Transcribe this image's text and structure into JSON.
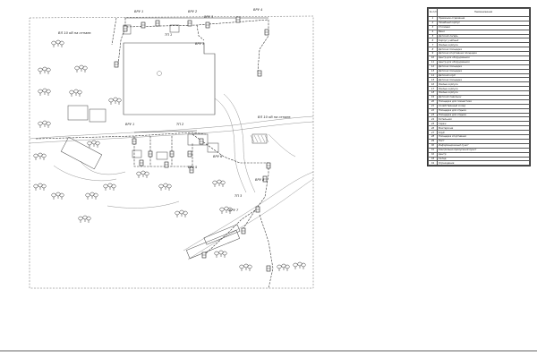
{
  "sheet": {
    "labels": {
      "vru1": "ВРУ 1",
      "vru2": "ВРУ 2",
      "vru3": "ВРУ 3",
      "vru4": "ВРУ 4",
      "vru5": "ВРУ 5",
      "vru6": "ВРУ 6",
      "vru7": "ВРУ 7",
      "vru8": "ВРУ 8",
      "tp1": "ТП 1",
      "tp2": "ТП 2",
      "tp3": "ТП 3",
      "vl1": "ВЛ 10 кВ на отпаек",
      "vl2": "ВЛ 10 кВ на отпаек"
    }
  },
  "legend": {
    "header_num": "№ п/п",
    "header_name": "Наименование",
    "rows": [
      {
        "n": "1",
        "name": "Приемное отделение"
      },
      {
        "n": "2",
        "name": "Лечебный корпус"
      },
      {
        "n": "3",
        "name": "Столовая"
      },
      {
        "n": "4",
        "name": "Баня"
      },
      {
        "n": "5",
        "name": "Детский лагерь"
      },
      {
        "n": "6",
        "name": "Корпус учебный"
      },
      {
        "n": "7",
        "name": "Жилые корпуса"
      },
      {
        "n": "8",
        "name": "Детская площадка"
      },
      {
        "n": "9",
        "name": "Детская спортивная площадка"
      },
      {
        "n": "10",
        "name": "Центр для оборудования"
      },
      {
        "n": "11",
        "name": "Центр для оборудования"
      },
      {
        "n": "12",
        "name": "Детская площадка"
      },
      {
        "n": "13",
        "name": "Детская площадка"
      },
      {
        "n": "14",
        "name": "Детский клуб"
      },
      {
        "n": "15",
        "name": "Детская площадка"
      },
      {
        "n": "16",
        "name": "Жилые корпуса"
      },
      {
        "n": "17",
        "name": "Жилые корпуса"
      },
      {
        "n": "18",
        "name": "Жилые корпуса"
      },
      {
        "n": "19",
        "name": "Детский павильон"
      },
      {
        "n": "20",
        "name": "Площадка для гимнастики"
      },
      {
        "n": "21",
        "name": "Хозяйственный склад"
      },
      {
        "n": "22",
        "name": "Площадка для отдыха"
      },
      {
        "n": "23",
        "name": "Площадка для отдыха"
      },
      {
        "n": "24",
        "name": "Котельная"
      },
      {
        "n": "25",
        "name": "Гараж"
      },
      {
        "n": "26",
        "name": "Мастерские"
      },
      {
        "n": "27",
        "name": "Клуб"
      },
      {
        "n": "28",
        "name": "Площадка спортивная"
      },
      {
        "n": "29",
        "name": "Пост"
      },
      {
        "n": "30",
        "name": "Информационный пункт"
      },
      {
        "n": "31",
        "name": "Контрольно-пропускной пункт"
      },
      {
        "n": "32",
        "name": "Центр"
      },
      {
        "n": "33",
        "name": "Склад"
      },
      {
        "n": "34",
        "name": "Ограждение"
      }
    ]
  }
}
